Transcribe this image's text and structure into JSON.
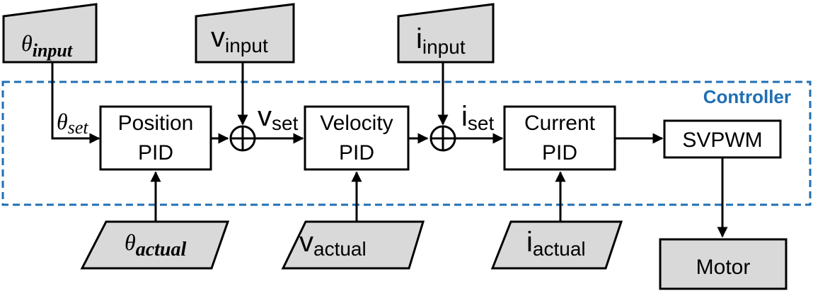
{
  "controller": {
    "label": "Controller",
    "color": "#1f6fb5"
  },
  "inputs": {
    "theta": {
      "sym": "θ",
      "sub": "input"
    },
    "v": {
      "sym": "v",
      "sub": "input"
    },
    "i": {
      "sym": "i",
      "sub": "input"
    }
  },
  "setpoints": {
    "theta": {
      "sym": "θ",
      "sub": "set"
    },
    "v": {
      "sym": "v",
      "sub": "set"
    },
    "i": {
      "sym": "i",
      "sub": "set"
    }
  },
  "blocks": {
    "position": {
      "line1": "Position",
      "line2": "PID"
    },
    "velocity": {
      "line1": "Velocity",
      "line2": "PID"
    },
    "current": {
      "line1": "Current",
      "line2": "PID"
    },
    "svpwm": {
      "label": "SVPWM"
    },
    "motor": {
      "label": "Motor"
    }
  },
  "feedback": {
    "theta": {
      "sym": "θ",
      "sub": "actual"
    },
    "v": {
      "sym": "v",
      "sub": "actual"
    },
    "i": {
      "sym": "i",
      "sub": "actual"
    }
  },
  "colors": {
    "fill_gray": "#d9d9d9",
    "stroke": "#000000"
  }
}
